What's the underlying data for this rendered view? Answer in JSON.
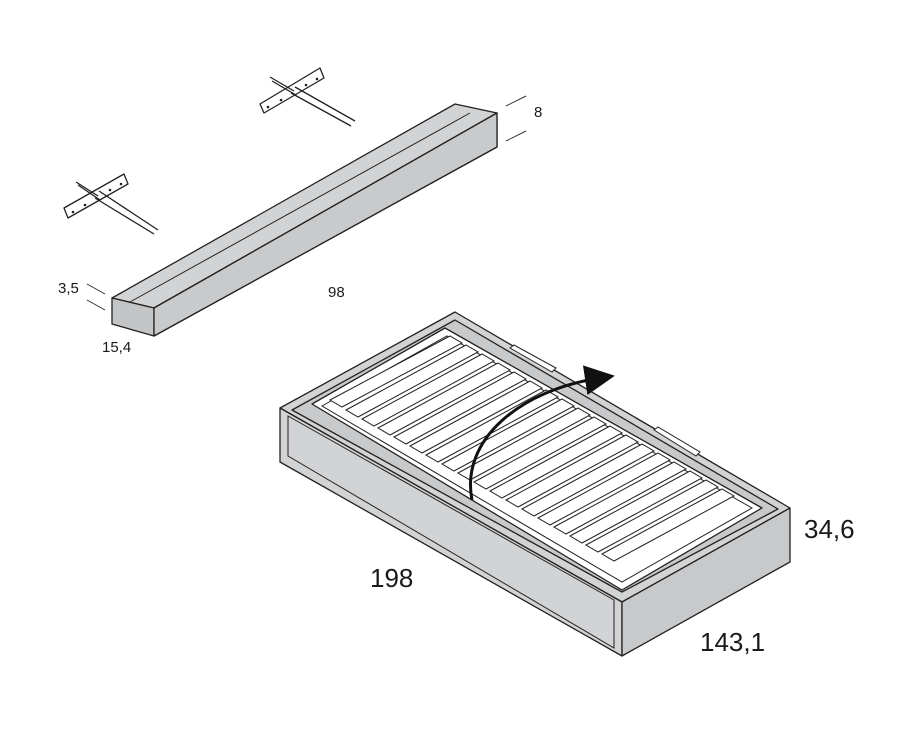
{
  "colors": {
    "panel_fill": "#d2d3d5",
    "panel_dark": "#c4c5c7",
    "outline": "#222222",
    "slat_fill": "#ffffff",
    "background": "#ffffff"
  },
  "headboard_shelf": {
    "dimensions": {
      "height": "8",
      "depth": "3,5",
      "width": "15,4",
      "length": "98"
    },
    "hardware": [
      {
        "icon": "mounting-bracket-icon"
      },
      {
        "icon": "mounting-bracket-icon"
      }
    ]
  },
  "storage_bed": {
    "dimensions": {
      "length": "198",
      "height": "34,6",
      "width": "143,1"
    },
    "icons": [
      "slatted-base-icon",
      "lift-arrow-icon"
    ]
  }
}
